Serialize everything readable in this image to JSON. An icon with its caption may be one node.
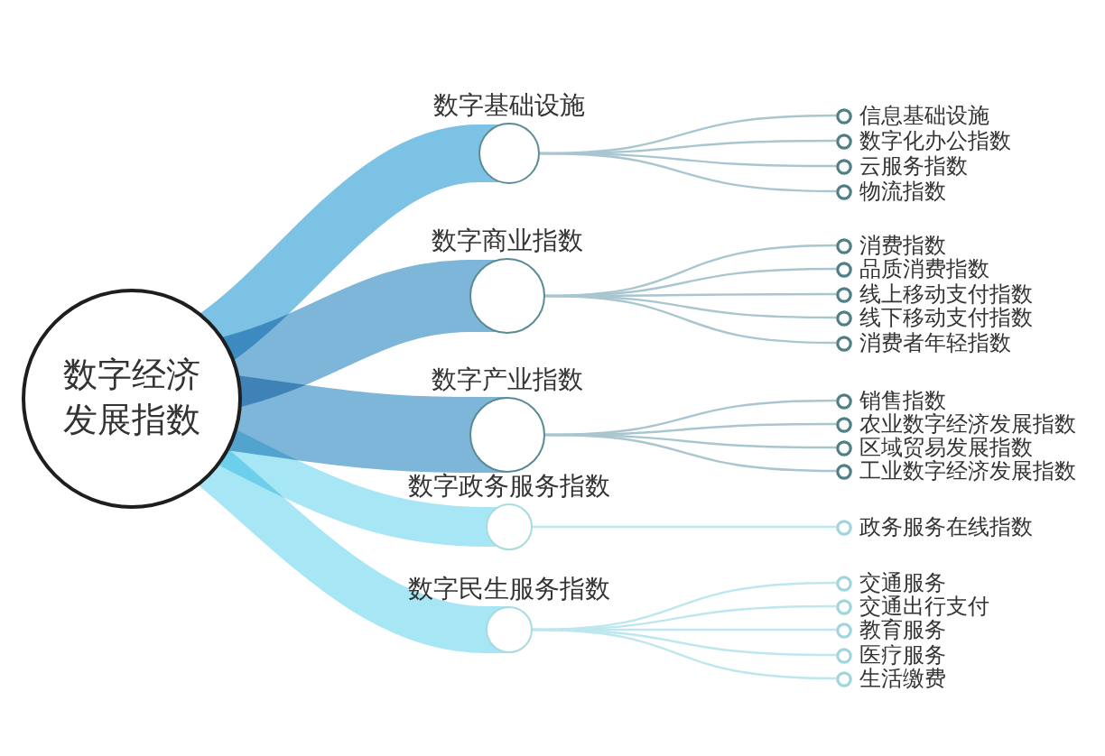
{
  "diagram": {
    "nodes": [
      {
        "text": [
          "数字经济发展指数"
        ]
      },
      {
        "text": [
          "数字基础设施"
        ]
      },
      {
        "text": [
          "信息基础设施"
        ]
      },
      {
        "text": [
          "数字化办公指数"
        ]
      },
      {
        "text": [
          "云服务指数"
        ]
      },
      {
        "text": [
          "物流指数"
        ]
      },
      {
        "text": [
          "数字商业指数"
        ]
      },
      {
        "text": [
          "消费指数"
        ]
      },
      {
        "text": [
          "品质消费指数"
        ]
      },
      {
        "text": [
          "线上移动支付指数"
        ]
      },
      {
        "text": [
          "线下移动支付指数"
        ]
      },
      {
        "text": [
          "消费者年轻指数"
        ]
      },
      {
        "text": [
          "数字产业指数"
        ]
      },
      {
        "text": [
          "销售指数"
        ]
      },
      {
        "text": [
          "农业数字经济发展指数"
        ]
      },
      {
        "text": [
          "区域贸易发展指数"
        ]
      },
      {
        "text": [
          "工业数字经济发展指数"
        ]
      },
      {
        "text": [
          "数字政务服务指数"
        ]
      },
      {
        "text": [
          "政务服务在线指数"
        ]
      },
      {
        "text": [
          "数字民生服务指数"
        ]
      },
      {
        "text": [
          "交通服务"
        ]
      },
      {
        "text": [
          "交通出行支付"
        ]
      },
      {
        "text": [
          "教育服务"
        ]
      },
      {
        "text": [
          "医疗服务"
        ]
      },
      {
        "text": [
          "生活缴费"
        ]
      }
    ],
    "edges": [
      {
        "from": 0,
        "to": 1,
        "arrow": "none",
        "style": "thick",
        "color": "#7cc2e4"
      },
      {
        "from": 0,
        "to": 6,
        "arrow": "none",
        "style": "thick",
        "color": "#7db6d8"
      },
      {
        "from": 0,
        "to": 12,
        "arrow": "none",
        "style": "thick",
        "color": "#7db6d8"
      },
      {
        "from": 0,
        "to": 17,
        "arrow": "none",
        "style": "thick",
        "color": "#a6e6f5"
      },
      {
        "from": 0,
        "to": 19,
        "arrow": "none",
        "style": "thick",
        "color": "#a6e6f5"
      },
      {
        "from": 1,
        "to": 2,
        "arrow": "none"
      },
      {
        "from": 1,
        "to": 3,
        "arrow": "none"
      },
      {
        "from": 1,
        "to": 4,
        "arrow": "none"
      },
      {
        "from": 1,
        "to": 5,
        "arrow": "none"
      },
      {
        "from": 6,
        "to": 7,
        "arrow": "none"
      },
      {
        "from": 6,
        "to": 8,
        "arrow": "none"
      },
      {
        "from": 6,
        "to": 9,
        "arrow": "none"
      },
      {
        "from": 6,
        "to": 10,
        "arrow": "none"
      },
      {
        "from": 6,
        "to": 11,
        "arrow": "none"
      },
      {
        "from": 12,
        "to": 13,
        "arrow": "none"
      },
      {
        "from": 12,
        "to": 14,
        "arrow": "none"
      },
      {
        "from": 12,
        "to": 15,
        "arrow": "none"
      },
      {
        "from": 12,
        "to": 16,
        "arrow": "none"
      },
      {
        "from": 17,
        "to": 18,
        "arrow": "none",
        "color": "#bde6ee"
      },
      {
        "from": 19,
        "to": 20,
        "arrow": "none",
        "color": "#bde6ee"
      },
      {
        "from": 19,
        "to": 21,
        "arrow": "none",
        "color": "#bde6ee"
      },
      {
        "from": 19,
        "to": 22,
        "arrow": "none",
        "color": "#bde6ee"
      },
      {
        "from": 19,
        "to": 23,
        "arrow": "none",
        "color": "#bde6ee"
      },
      {
        "from": 19,
        "to": 24,
        "arrow": "none",
        "color": "#bde6ee"
      }
    ]
  }
}
